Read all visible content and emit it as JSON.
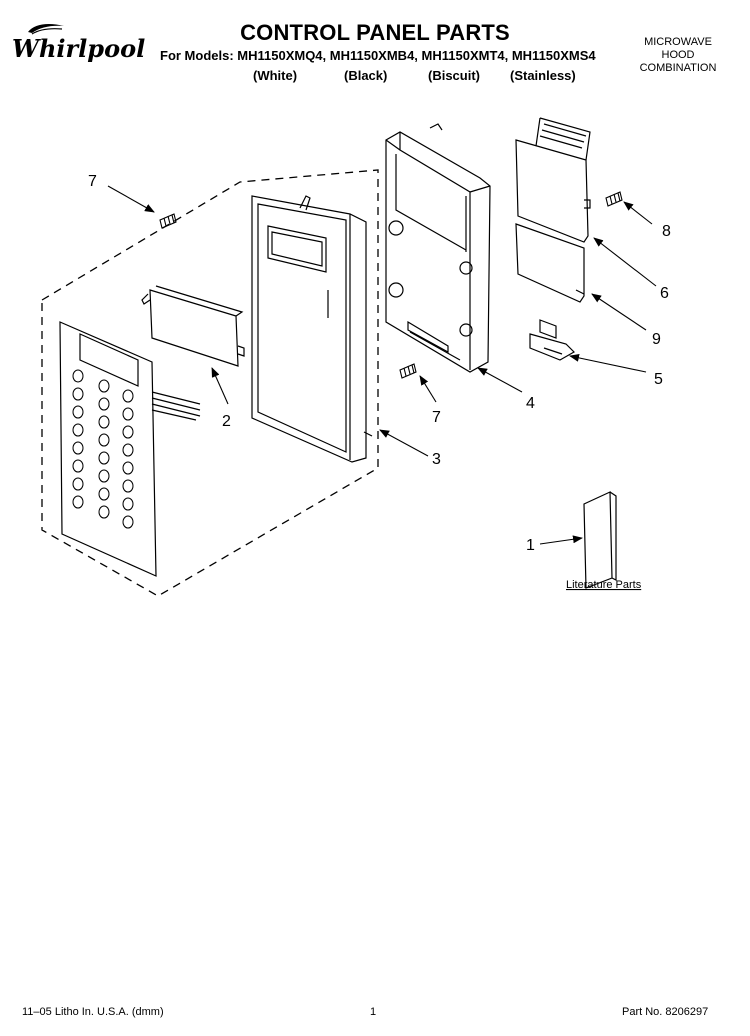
{
  "brand": {
    "name": "Whirlpool"
  },
  "header": {
    "title": "CONTROL PANEL PARTS",
    "models_line": "For Models: MH1150XMQ4, MH1150XMB4, MH1150XMT4, MH1150XMS4",
    "variants": [
      "(White)",
      "(Black)",
      "(Biscuit)",
      "(Stainless)"
    ],
    "product_type": [
      "MICROWAVE",
      "HOOD",
      "COMBINATION"
    ]
  },
  "callouts": {
    "c7_top": "7",
    "c7_bottom": "7",
    "c8": "8",
    "c6": "6",
    "c9": "9",
    "c5": "5",
    "c4": "4",
    "c3": "3",
    "c2": "2",
    "c1": "1"
  },
  "literature_label": "Literature Parts",
  "footer": {
    "left": "11–05 Litho In. U.S.A. (dmm)",
    "page": "1",
    "part_no": "Part No. 8206297"
  }
}
